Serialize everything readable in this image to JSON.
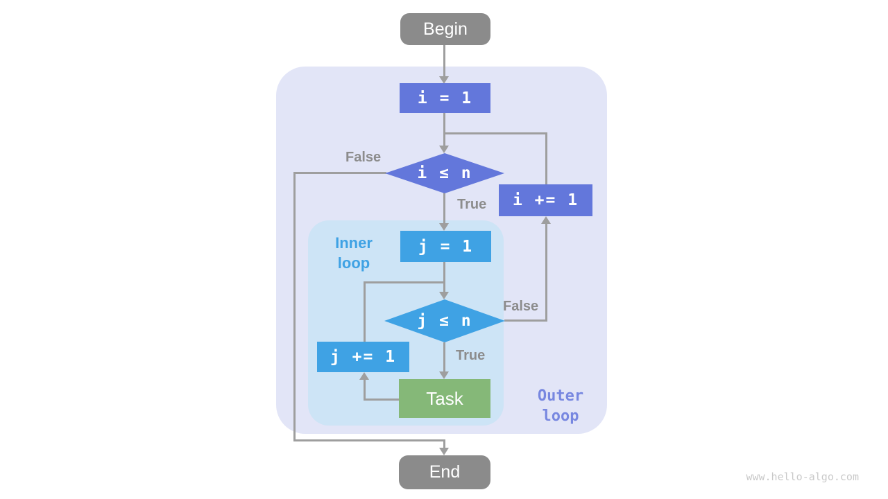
{
  "diagram": {
    "description": "nested loop flowchart",
    "watermark": "www.hello-algo.com",
    "colors": {
      "outer_node": "#6377DB",
      "inner_node": "#3FA2E4",
      "task_node": "#85B878",
      "terminal_node": "#8B8B8B",
      "edge": "#9E9E9E",
      "edge_label": "#8C8C8C",
      "outer_region_bg": "#E2E5F7",
      "inner_region_bg": "#CDE4F6",
      "inner_region_label": "#3FA2E4",
      "outer_region_label": "#7787E0",
      "watermark": "#C9C9C9"
    },
    "nodes": {
      "begin": "Begin",
      "init_i": "i = 1",
      "cond_i": "i ≤ n",
      "inc_i": "i += 1",
      "init_j": "j = 1",
      "cond_j": "j ≤ n",
      "inc_j": "j += 1",
      "task": "Task",
      "end": "End"
    },
    "edge_labels": {
      "cond_i_false": "False",
      "cond_i_true": "True",
      "cond_j_false": "False",
      "cond_j_true": "True"
    },
    "regions": {
      "inner": {
        "line1": "Inner",
        "line2": "loop"
      },
      "outer": {
        "line1": "Outer",
        "line2": "loop"
      }
    }
  }
}
